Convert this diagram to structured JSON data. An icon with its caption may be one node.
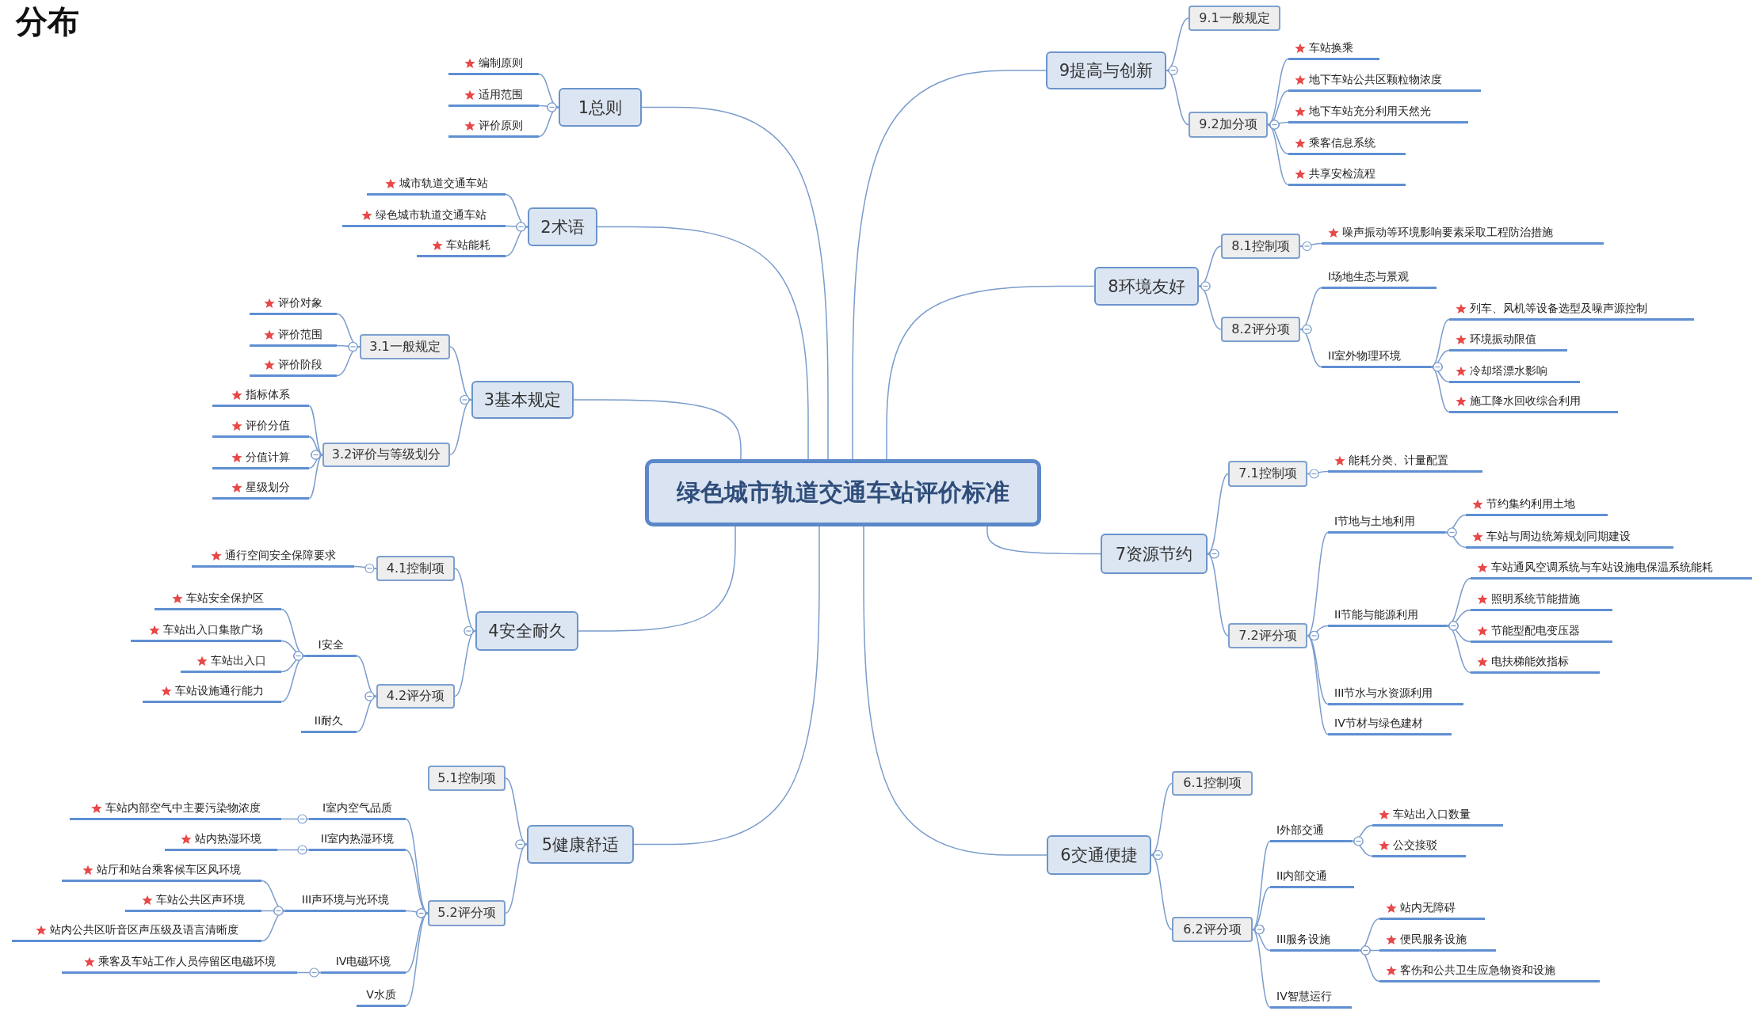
{
  "diagram": {
    "title": "分布",
    "nodes": [
      {
        "text": [
          "绿色城市轨道交通车站评价标准"
        ]
      },
      {
        "text": [
          "1总则"
        ]
      },
      {
        "text": [
          "编制原则"
        ]
      },
      {
        "text": [
          "适用范围"
        ]
      },
      {
        "text": [
          "评价原则"
        ]
      },
      {
        "text": [
          "2术语"
        ]
      },
      {
        "text": [
          "城市轨道交通车站"
        ]
      },
      {
        "text": [
          "绿色城市轨道交通车站"
        ]
      },
      {
        "text": [
          "车站能耗"
        ]
      },
      {
        "text": [
          "3基本规定"
        ]
      },
      {
        "text": [
          "3.1一般规定"
        ]
      },
      {
        "text": [
          "评价对象"
        ]
      },
      {
        "text": [
          "评价范围"
        ]
      },
      {
        "text": [
          "评价阶段"
        ]
      },
      {
        "text": [
          "3.2评价与等级划分"
        ]
      },
      {
        "text": [
          "指标体系"
        ]
      },
      {
        "text": [
          "评价分值"
        ]
      },
      {
        "text": [
          "分值计算"
        ]
      },
      {
        "text": [
          "星级划分"
        ]
      },
      {
        "text": [
          "4安全耐久"
        ]
      },
      {
        "text": [
          "4.1控制项"
        ]
      },
      {
        "text": [
          "通行空间安全保障要求"
        ]
      },
      {
        "text": [
          "4.2评分项"
        ]
      },
      {
        "text": [
          "I安全"
        ]
      },
      {
        "text": [
          "车站安全保护区"
        ]
      },
      {
        "text": [
          "车站出入口集散广场"
        ]
      },
      {
        "text": [
          "车站出入口"
        ]
      },
      {
        "text": [
          "车站设施通行能力"
        ]
      },
      {
        "text": [
          "II耐久"
        ]
      },
      {
        "text": [
          "5健康舒适"
        ]
      },
      {
        "text": [
          "5.1控制项"
        ]
      },
      {
        "text": [
          "5.2评分项"
        ]
      },
      {
        "text": [
          "I室内空气品质"
        ]
      },
      {
        "text": [
          "车站内部空气中主要污染物浓度"
        ]
      },
      {
        "text": [
          "II室内热湿环境"
        ]
      },
      {
        "text": [
          "站内热湿环境"
        ]
      },
      {
        "text": [
          "III声环境与光环境"
        ]
      },
      {
        "text": [
          "站厅和站台乘客候车区风环境"
        ]
      },
      {
        "text": [
          "车站公共区声环境"
        ]
      },
      {
        "text": [
          "站内公共区听音区声压级及语言清晰度"
        ]
      },
      {
        "text": [
          "IV电磁环境"
        ]
      },
      {
        "text": [
          "乘客及车站工作人员停留区电磁环境"
        ]
      },
      {
        "text": [
          "V水质"
        ]
      },
      {
        "text": [
          "6交通便捷"
        ]
      },
      {
        "text": [
          "6.1控制项"
        ]
      },
      {
        "text": [
          "6.2评分项"
        ]
      },
      {
        "text": [
          "I外部交通"
        ]
      },
      {
        "text": [
          "车站出入口数量"
        ]
      },
      {
        "text": [
          "公交接驳"
        ]
      },
      {
        "text": [
          "II内部交通"
        ]
      },
      {
        "text": [
          "III服务设施"
        ]
      },
      {
        "text": [
          "站内无障碍"
        ]
      },
      {
        "text": [
          "便民服务设施"
        ]
      },
      {
        "text": [
          "客伤和公共卫生应急物资和设施"
        ]
      },
      {
        "text": [
          "IV智慧运行"
        ]
      },
      {
        "text": [
          "7资源节约"
        ]
      },
      {
        "text": [
          "7.1控制项"
        ]
      },
      {
        "text": [
          "能耗分类、计量配置"
        ]
      },
      {
        "text": [
          "7.2评分项"
        ]
      },
      {
        "text": [
          "I节地与土地利用"
        ]
      },
      {
        "text": [
          "节约集约利用土地"
        ]
      },
      {
        "text": [
          "车站与周边统筹规划同期建设"
        ]
      },
      {
        "text": [
          "II节能与能源利用"
        ]
      },
      {
        "text": [
          "车站通风空调系统与车站设施电保温系统能耗"
        ]
      },
      {
        "text": [
          "照明系统节能措施"
        ]
      },
      {
        "text": [
          "节能型配电变压器"
        ]
      },
      {
        "text": [
          "电扶梯能效指标"
        ]
      },
      {
        "text": [
          "III节水与水资源利用"
        ]
      },
      {
        "text": [
          "IV节材与绿色建材"
        ]
      },
      {
        "text": [
          "8环境友好"
        ]
      },
      {
        "text": [
          "8.1控制项"
        ]
      },
      {
        "text": [
          "噪声振动等环境影响要素采取工程防治措施"
        ]
      },
      {
        "text": [
          "8.2评分项"
        ]
      },
      {
        "text": [
          "I场地生态与景观"
        ]
      },
      {
        "text": [
          "II室外物理环境"
        ]
      },
      {
        "text": [
          "列车、风机等设备选型及噪声源控制"
        ]
      },
      {
        "text": [
          "环境振动限值"
        ]
      },
      {
        "text": [
          "冷却塔漂水影响"
        ]
      },
      {
        "text": [
          "施工降水回收综合利用"
        ]
      },
      {
        "text": [
          "9提高与创新"
        ]
      },
      {
        "text": [
          "9.1一般规定"
        ]
      },
      {
        "text": [
          "9.2加分项"
        ]
      },
      {
        "text": [
          "车站换乘"
        ]
      },
      {
        "text": [
          "地下车站公共区颗粒物浓度"
        ]
      },
      {
        "text": [
          "地下车站充分利用天然光"
        ]
      },
      {
        "text": [
          "乘客信息系统"
        ]
      },
      {
        "text": [
          "共享安检流程"
        ]
      }
    ],
    "edges": [
      {
        "from": 0,
        "to": 1,
        "arrow": "none"
      },
      {
        "from": 1,
        "to": 2,
        "arrow": "other"
      },
      {
        "from": 1,
        "to": 3,
        "arrow": "other"
      },
      {
        "from": 1,
        "to": 4,
        "arrow": "other"
      },
      {
        "from": 0,
        "to": 5,
        "arrow": "none"
      },
      {
        "from": 5,
        "to": 6,
        "arrow": "other"
      },
      {
        "from": 5,
        "to": 7,
        "arrow": "other"
      },
      {
        "from": 5,
        "to": 8,
        "arrow": "other"
      },
      {
        "from": 0,
        "to": 9,
        "arrow": "none"
      },
      {
        "from": 9,
        "to": 10,
        "arrow": "other"
      },
      {
        "from": 10,
        "to": 11,
        "arrow": "other"
      },
      {
        "from": 10,
        "to": 12,
        "arrow": "other"
      },
      {
        "from": 10,
        "to": 13,
        "arrow": "other"
      },
      {
        "from": 9,
        "to": 14,
        "arrow": "other"
      },
      {
        "from": 14,
        "to": 15,
        "arrow": "other"
      },
      {
        "from": 14,
        "to": 16,
        "arrow": "other"
      },
      {
        "from": 14,
        "to": 17,
        "arrow": "other"
      },
      {
        "from": 14,
        "to": 18,
        "arrow": "other"
      },
      {
        "from": 0,
        "to": 19,
        "arrow": "none"
      },
      {
        "from": 19,
        "to": 20,
        "arrow": "other"
      },
      {
        "from": 20,
        "to": 21,
        "arrow": "other"
      },
      {
        "from": 19,
        "to": 22,
        "arrow": "other"
      },
      {
        "from": 22,
        "to": 23,
        "arrow": "other"
      },
      {
        "from": 23,
        "to": 24,
        "arrow": "other"
      },
      {
        "from": 23,
        "to": 25,
        "arrow": "other"
      },
      {
        "from": 23,
        "to": 26,
        "arrow": "other"
      },
      {
        "from": 23,
        "to": 27,
        "arrow": "other"
      },
      {
        "from": 22,
        "to": 28,
        "arrow": "other"
      },
      {
        "from": 0,
        "to": 29,
        "arrow": "none"
      },
      {
        "from": 29,
        "to": 30,
        "arrow": "other"
      },
      {
        "from": 29,
        "to": 31,
        "arrow": "other"
      },
      {
        "from": 31,
        "to": 32,
        "arrow": "other"
      },
      {
        "from": 32,
        "to": 33,
        "arrow": "other"
      },
      {
        "from": 31,
        "to": 34,
        "arrow": "other"
      },
      {
        "from": 34,
        "to": 35,
        "arrow": "other"
      },
      {
        "from": 31,
        "to": 36,
        "arrow": "other"
      },
      {
        "from": 36,
        "to": 37,
        "arrow": "other"
      },
      {
        "from": 36,
        "to": 38,
        "arrow": "other"
      },
      {
        "from": 36,
        "to": 39,
        "arrow": "other"
      },
      {
        "from": 31,
        "to": 40,
        "arrow": "other"
      },
      {
        "from": 40,
        "to": 41,
        "arrow": "other"
      },
      {
        "from": 31,
        "to": 42,
        "arrow": "other"
      },
      {
        "from": 0,
        "to": 43,
        "arrow": "none"
      },
      {
        "from": 43,
        "to": 44,
        "arrow": "other"
      },
      {
        "from": 43,
        "to": 45,
        "arrow": "other"
      },
      {
        "from": 45,
        "to": 46,
        "arrow": "other"
      },
      {
        "from": 46,
        "to": 47,
        "arrow": "other"
      },
      {
        "from": 46,
        "to": 48,
        "arrow": "other"
      },
      {
        "from": 45,
        "to": 49,
        "arrow": "other"
      },
      {
        "from": 45,
        "to": 50,
        "arrow": "other"
      },
      {
        "from": 50,
        "to": 51,
        "arrow": "other"
      },
      {
        "from": 50,
        "to": 52,
        "arrow": "other"
      },
      {
        "from": 50,
        "to": 53,
        "arrow": "other"
      },
      {
        "from": 45,
        "to": 54,
        "arrow": "other"
      },
      {
        "from": 0,
        "to": 55,
        "arrow": "none"
      },
      {
        "from": 55,
        "to": 56,
        "arrow": "other"
      },
      {
        "from": 56,
        "to": 57,
        "arrow": "other"
      },
      {
        "from": 55,
        "to": 58,
        "arrow": "other"
      },
      {
        "from": 58,
        "to": 59,
        "arrow": "other"
      },
      {
        "from": 59,
        "to": 60,
        "arrow": "other"
      },
      {
        "from": 59,
        "to": 61,
        "arrow": "other"
      },
      {
        "from": 58,
        "to": 62,
        "arrow": "other"
      },
      {
        "from": 62,
        "to": 63,
        "arrow": "other"
      },
      {
        "from": 62,
        "to": 64,
        "arrow": "other"
      },
      {
        "from": 62,
        "to": 65,
        "arrow": "other"
      },
      {
        "from": 62,
        "to": 66,
        "arrow": "other"
      },
      {
        "from": 58,
        "to": 67,
        "arrow": "other"
      },
      {
        "from": 58,
        "to": 68,
        "arrow": "other"
      },
      {
        "from": 0,
        "to": 69,
        "arrow": "none"
      },
      {
        "from": 69,
        "to": 70,
        "arrow": "other"
      },
      {
        "from": 70,
        "to": 71,
        "arrow": "other"
      },
      {
        "from": 69,
        "to": 72,
        "arrow": "other"
      },
      {
        "from": 72,
        "to": 73,
        "arrow": "other"
      },
      {
        "from": 72,
        "to": 74,
        "arrow": "other"
      },
      {
        "from": 74,
        "to": 75,
        "arrow": "other"
      },
      {
        "from": 74,
        "to": 76,
        "arrow": "other"
      },
      {
        "from": 74,
        "to": 77,
        "arrow": "other"
      },
      {
        "from": 74,
        "to": 78,
        "arrow": "other"
      },
      {
        "from": 0,
        "to": 79,
        "arrow": "none"
      },
      {
        "from": 79,
        "to": 80,
        "arrow": "other"
      },
      {
        "from": 79,
        "to": 81,
        "arrow": "other"
      },
      {
        "from": 81,
        "to": 82,
        "arrow": "other"
      },
      {
        "from": 81,
        "to": 83,
        "arrow": "other"
      },
      {
        "from": 81,
        "to": 84,
        "arrow": "other"
      },
      {
        "from": 81,
        "to": 85,
        "arrow": "other"
      },
      {
        "from": 81,
        "to": 86,
        "arrow": "other"
      }
    ]
  }
}
